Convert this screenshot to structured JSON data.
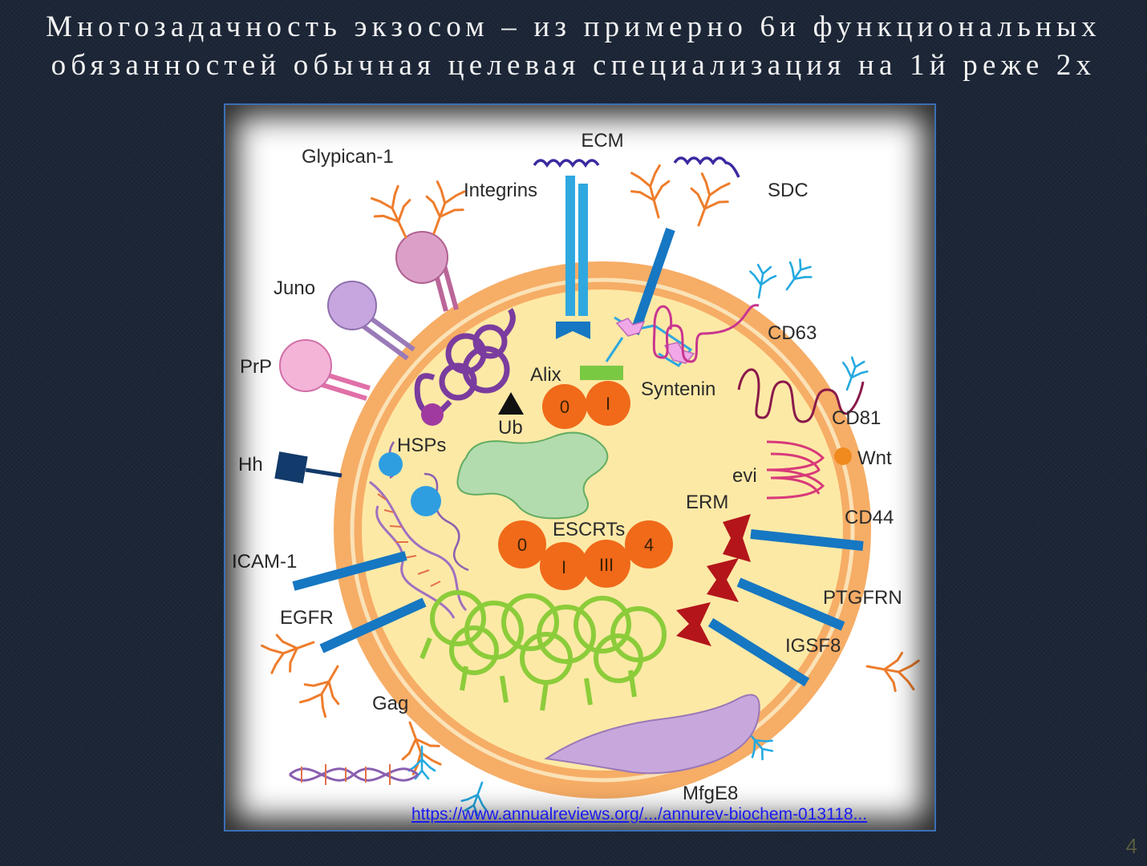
{
  "slide": {
    "title_line1": "Многозадачность экзосом – из примерно 6и функциональных",
    "title_line2": "обязанностей обычная целевая специализация на 1й реже 2х",
    "page_number": "4"
  },
  "figure": {
    "labels": {
      "ecm": "ECM",
      "glypican": "Glypican-1",
      "integrins": "Integrins",
      "sdc": "SDC",
      "juno": "Juno",
      "cd63": "CD63",
      "prp": "PrP",
      "alix": "Alix",
      "syntenin": "Syntenin",
      "ub": "Ub",
      "cd81": "CD81",
      "hsps": "HSPs",
      "hh": "Hh",
      "wnt": "Wnt",
      "evi": "evi",
      "erm": "ERM",
      "cd44": "CD44",
      "escrts": "ESCRTs",
      "icam": "ICAM-1",
      "ptgfrn": "PTGFRN",
      "egfr": "EGFR",
      "igsf8": "IGSF8",
      "gag": "Gag",
      "mfge8": "MfgE8"
    },
    "alix_subunits": [
      "0",
      "I"
    ],
    "escrt_subunits": [
      "0",
      "I",
      "III",
      "4"
    ],
    "source_url": "https://www.annualreviews.org/.../annurev-biochem-013118..."
  },
  "colors": {
    "background": "#1c2637",
    "membrane": "#f6ad66",
    "lumen": "#fde9a6",
    "escrt": "#f06a1a",
    "receptor_blue": "#1677c2",
    "glycan_orange": "#ee7d2c",
    "tetraspanin": "#c8368f",
    "cytoskeleton": "#8ccc3a",
    "erm": "#b3151a"
  }
}
